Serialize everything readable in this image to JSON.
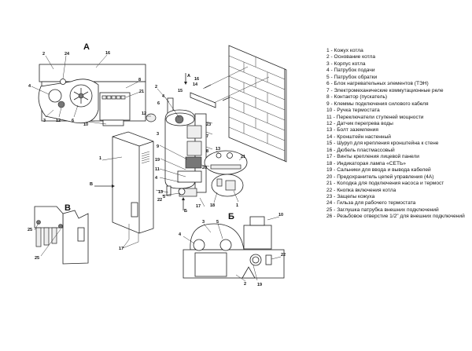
{
  "views": {
    "a": "А",
    "b": "Б",
    "v": "В"
  },
  "callouts": {
    "a_view": [
      "2",
      "24",
      "16",
      "4",
      "8",
      "21",
      "3",
      "12",
      "6",
      "10"
    ],
    "main": [
      "14",
      "15",
      "16",
      "2",
      "4",
      "6",
      "12",
      "23",
      "7",
      "3",
      "8",
      "9",
      "13",
      "21",
      "20",
      "19",
      "11",
      "4",
      "13",
      "5",
      "22",
      "17",
      "18",
      "1",
      "17"
    ],
    "b_view": [
      "3",
      "5",
      "4",
      "10",
      "22",
      "2",
      "19"
    ],
    "v_view": [
      "25",
      "25"
    ],
    "arrows": [
      "А",
      "Б",
      "В"
    ]
  },
  "legend": {
    "items": [
      "1 - Кожух котла",
      "2 - Основание котла",
      "3 - Корпус котла",
      "4 - Патрубок подачи",
      "5 - Патрубок обратки",
      "6 - Блок нагревательных элементов (ТЭН)",
      "7 - Электромеханические коммутационные реле",
      "8 - Контактор (пускатель)",
      "9 - Клеммы подключения силового кабеля",
      "10 - Ручка термостата",
      "11 - Переключатели ступеней мощности",
      "12 - Датчик перегрева воды",
      "13 - Болт заземления",
      "14 - Кронштейн настенный",
      "15 - Шуруп для крепления кронштейна к стене",
      "16 - Дюбель пластмассовый",
      "17 - Винты крепления лицевой панели",
      "18 - Индикаторая лампа «СЕТЬ»",
      "19 - Сальники для ввода и вывода кабелей",
      "20 - Предохранитель цепей управления (4А)",
      "21 - Колодка для подключения насоса и термост",
      "22 - Кнопка включения котла",
      "23 - Защелы кожуха",
      "24 - Гильза для рабочего термостата",
      "25 - Заглушка патрубка внешних подключений",
      "26 - Резьбовое отверстие 1/2\" для внешних подключений"
    ]
  }
}
